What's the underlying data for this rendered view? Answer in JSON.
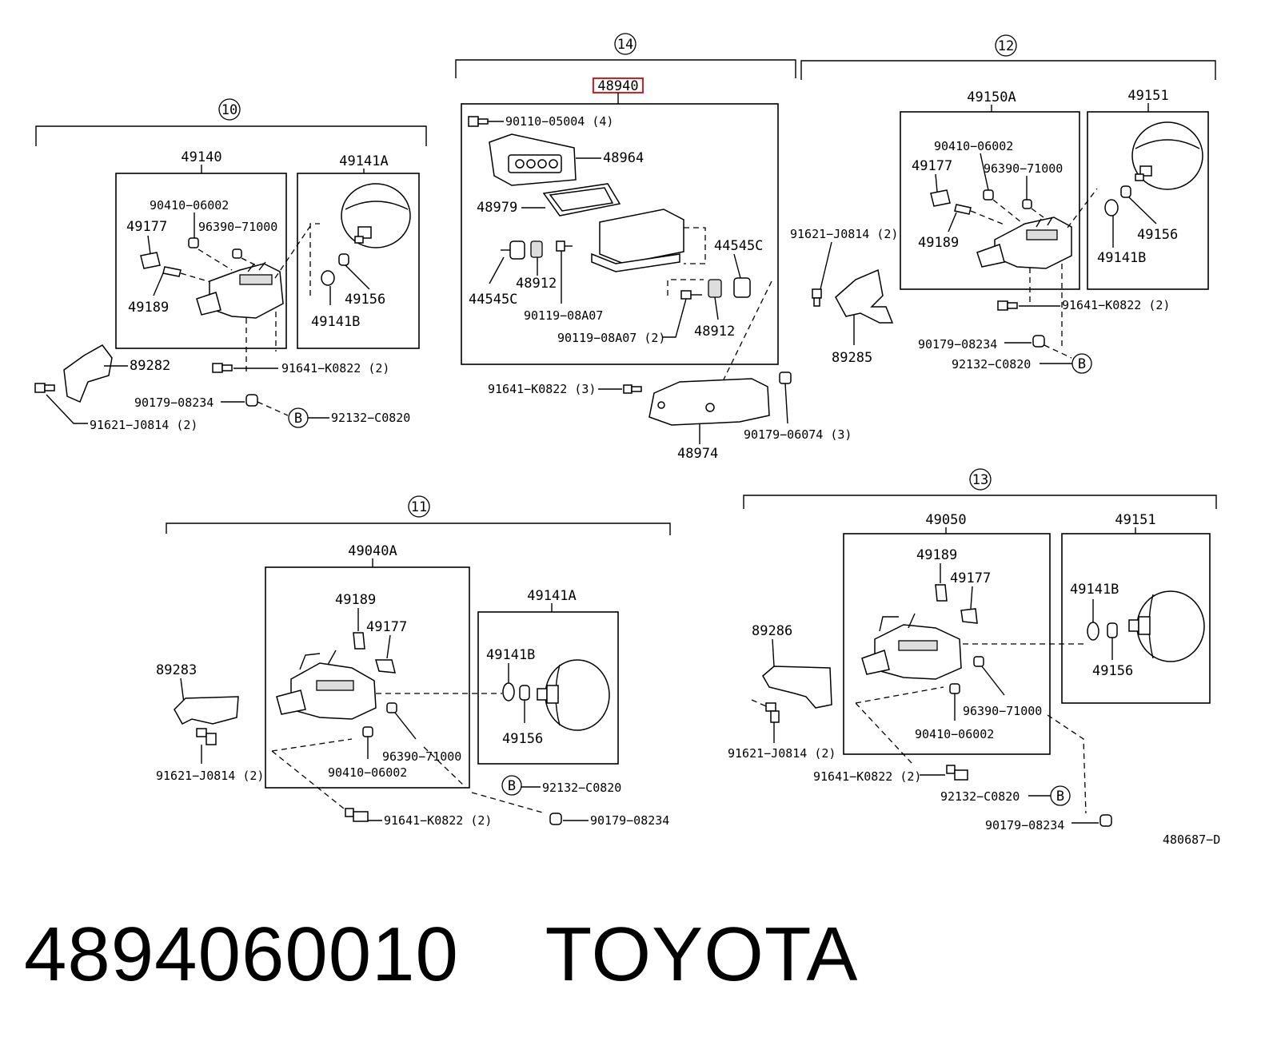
{
  "groups": {
    "g10": {
      "num": "10",
      "asm_a": "49140",
      "asm_b": "49141A"
    },
    "g11": {
      "num": "11",
      "asm_a": "49040A",
      "asm_b": "49141A"
    },
    "g12": {
      "num": "12",
      "asm_a": "49150A",
      "asm_b": "49151"
    },
    "g13": {
      "num": "13",
      "asm_a": "49050",
      "asm_b": "49151"
    },
    "g14": {
      "num": "14",
      "asm": "48940"
    }
  },
  "parts": {
    "p90410": "90410−06002",
    "p96390": "96390−71000",
    "p49177": "49177",
    "p49189": "49189",
    "p49141B": "49141B",
    "p49156": "49156",
    "p89282": "89282",
    "p89283": "89283",
    "p89285": "89285",
    "p89286": "89286",
    "p91641_2": "91641−K0822 (2)",
    "p91641_3": "91641−K0822 (3)",
    "p90179": "90179−08234",
    "p92132": "92132−C0820",
    "p91621_2": "91621−J0814 (2)",
    "pB": "B",
    "p90110": "90110−05004 (4)",
    "p48964": "48964",
    "p48979": "48979",
    "p44545C": "44545C",
    "p48912": "48912",
    "p90119": "90119−08A07",
    "p90119_2": "90119−08A07 (2)",
    "p48974": "48974",
    "p90179_06074": "90179−06074 (3)"
  },
  "ref": "480687−D",
  "caption": {
    "part_number": "4894060010",
    "brand": "TOYOTA"
  },
  "colors": {
    "highlight": "#e00000",
    "ink": "#000000"
  }
}
